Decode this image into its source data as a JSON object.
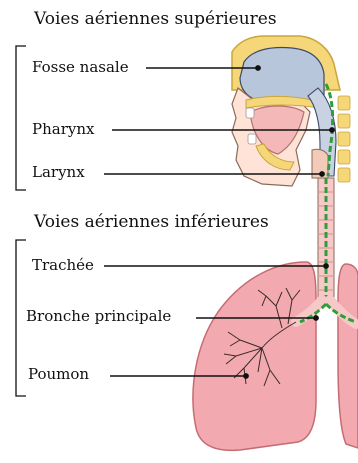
{
  "headings": {
    "upper": "Voies aériennes supérieures",
    "lower": "Voies aériennes inférieures"
  },
  "labels": {
    "fosse_nasale": "Fosse nasale",
    "pharynx": "Pharynx",
    "larynx": "Larynx",
    "trachee": "Trachée",
    "bronche_principale": "Bronche principale",
    "poumon": "Poumon"
  },
  "colors": {
    "airway_green": "#2f9e3a",
    "lung_fill": "#f2aab0",
    "lung_stroke": "#c76b73",
    "nasal_blue": "#b8c6dc",
    "bone_yellow": "#f5d77a",
    "flesh": "#f3c9b8"
  }
}
